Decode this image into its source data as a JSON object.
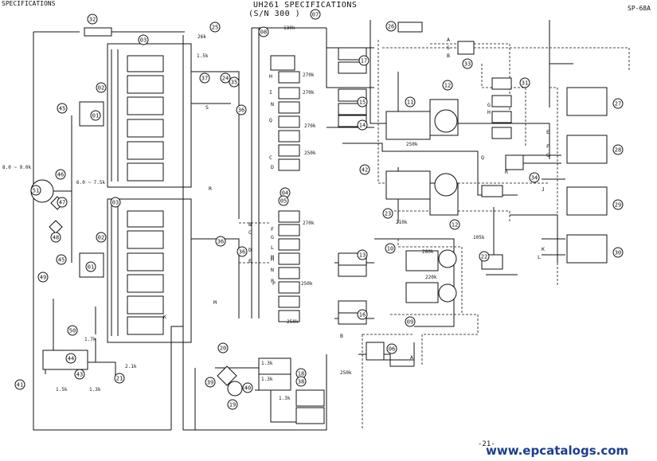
{
  "header": {
    "left": "SPECIFICATIONS",
    "title": "UH261 SPECIFICATIONS",
    "subtitle": "(S/N 300    )",
    "subtitle_ref": "07",
    "right": "SP-68A"
  },
  "page_number": "-21-",
  "watermark": "www.epcatalogs.com",
  "line_color": "#111111",
  "watermark_color": "#1a3e92",
  "components": [
    "01",
    "01",
    "02",
    "02",
    "03",
    "03",
    "04",
    "05",
    "06",
    "08",
    "09",
    "10",
    "11",
    "12",
    "12",
    "13",
    "14",
    "15",
    "16",
    "17",
    "18",
    "19",
    "20",
    "21",
    "22",
    "23",
    "24",
    "25",
    "26",
    "27",
    "28",
    "29",
    "30",
    "31",
    "32",
    "33",
    "34",
    "35",
    "36",
    "36",
    "36",
    "37",
    "38",
    "39",
    "40",
    "41",
    "42",
    "43",
    "44",
    "45",
    "45",
    "46",
    "47",
    "48",
    "49",
    "50",
    "51"
  ],
  "port_letters": [
    "S",
    "R",
    "M",
    "K",
    "A",
    "S",
    "B",
    "C",
    "D",
    "E",
    "F",
    "G",
    "H",
    "I",
    "J",
    "K",
    "L",
    "M",
    "N",
    "P",
    "Q",
    "R",
    "B",
    "A",
    "G",
    "H",
    "Q",
    "B",
    "C",
    "D",
    "E",
    "F",
    "G",
    "L",
    "M",
    "N",
    "P"
  ],
  "values": [
    "8.0 ~ 9.0k",
    "6.0 ~ 7.5k",
    "26k",
    "1.5k",
    "130k",
    "270k",
    "270k",
    "270k",
    "250k",
    "270k",
    "250k",
    "250k",
    "250k",
    "210k",
    "280k",
    "220k",
    "105k",
    "1.7k",
    "1.3k",
    "2.1k",
    "1.5k",
    "1.3k",
    "1.3k",
    "1.3k",
    "250k"
  ]
}
